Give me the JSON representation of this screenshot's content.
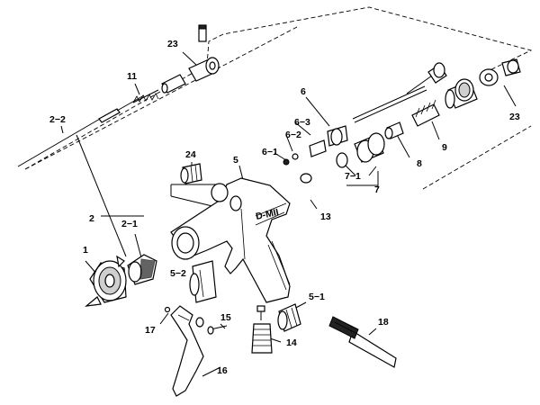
{
  "labels": {
    "n1": "1",
    "n2": "2",
    "n2_1": "2−1",
    "n2_2": "2−2",
    "n5": "5",
    "n5_1": "5−1",
    "n5_2": "5−2",
    "n6": "6",
    "n6_1": "6−1",
    "n6_2": "6−2",
    "n6_3": "6−3",
    "n7": "7",
    "n7_1": "7−1",
    "n8": "8",
    "n9": "9",
    "n11": "11",
    "n13": "13",
    "n14": "14",
    "n15": "15",
    "n16": "16",
    "n17": "17",
    "n18": "18",
    "n23a": "23",
    "n23b": "23",
    "n24": "24"
  },
  "gun_marking": "D-MII"
}
